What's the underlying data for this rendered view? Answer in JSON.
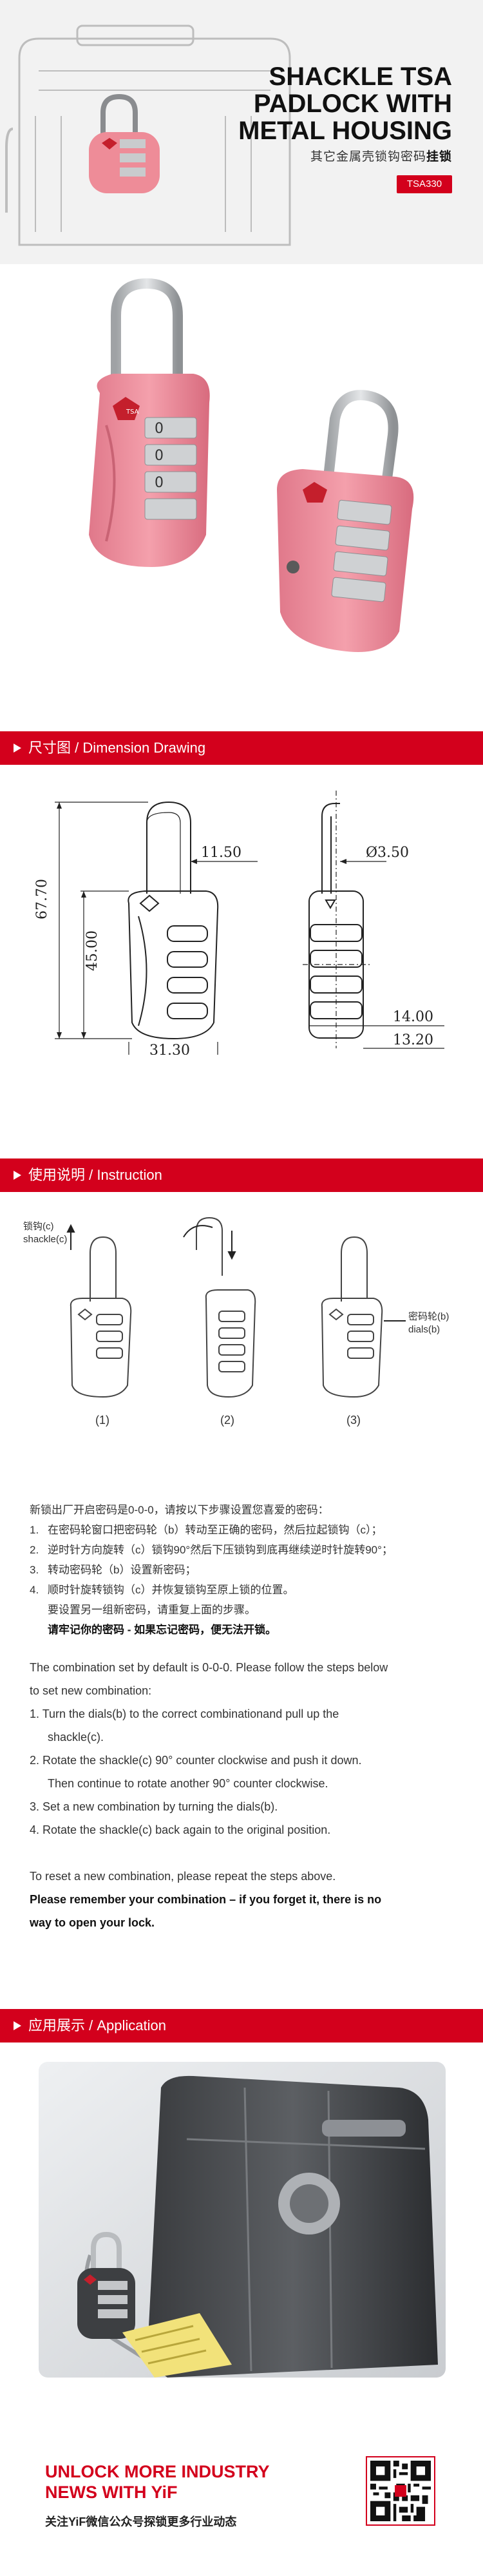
{
  "hero": {
    "title_lines": [
      "SHACKLE TSA",
      "PADLOCK WITH",
      "METAL HOUSING"
    ],
    "subtitle_prefix": "其它金属壳锁钩密码",
    "subtitle_bold": "挂锁",
    "model": "TSA330"
  },
  "colors": {
    "brand_red": "#d3001c",
    "lock_pink": "#ee8c98",
    "metal": "#c7c9cc"
  },
  "sections": {
    "dimension": "尺寸图 / Dimension Drawing",
    "instruction": "使用说明 / Instruction",
    "application": "应用展示 / Application"
  },
  "dimensions": {
    "shackle_diameter": "11.50",
    "total_height": "67.70",
    "body_height": "45.00",
    "width": "31.30",
    "shackle_wire": "Ø3.50",
    "depth_top": "14.00",
    "depth_bottom": "13.20"
  },
  "steps_figure": {
    "shackle_label_zh": "锁钩(c)",
    "shackle_label_en": "shackle(c)",
    "dials_label_zh": "密码轮(b)",
    "dials_label_en": "dials(b)",
    "step1": "(1)",
    "step2": "(2)",
    "step3": "(3)"
  },
  "instructions_zh": {
    "intro": "新锁出厂开启密码是0-0-0，请按以下步骤设置您喜爱的密码：",
    "items": [
      {
        "num": "1.",
        "text": "在密码轮窗口把密码轮（b）转动至正确的密码，然后拉起锁钩（c）；"
      },
      {
        "num": "2.",
        "text": "逆时针方向旋转（c）锁钩90°然后下压锁钩到底再继续逆时针旋转90°；"
      },
      {
        "num": "3.",
        "text": "转动密码轮（b）设置新密码；"
      },
      {
        "num": "4.",
        "text": "顺时针旋转锁钩（c）并恢复锁钩至原上锁的位置。"
      }
    ],
    "reset": "要设置另一组新密码，请重复上面的步骤。",
    "warning": "请牢记你的密码 - 如果忘记密码，便无法开锁。"
  },
  "instructions_en": {
    "intro_1": "The combination set by default is 0-0-0. Please follow the steps below",
    "intro_2": "to set new combination:",
    "step1_a": "1. Turn the dials(b) to the correct combinationand pull up the",
    "step1_b": "shackle(c).",
    "step2_a": "2. Rotate the shackle(c) 90° counter clockwise and push it down.",
    "step2_b": "Then continue to rotate another 90° counter clockwise.",
    "step3": "3. Set a new combination by turning the dials(b).",
    "step4": "4. Rotate the shackle(c) back again to the original position.",
    "reset": "To reset a new combination, please repeat the steps above.",
    "warning_1": "Please remember your combination – if you forget it, there is no",
    "warning_2": "way to open your lock."
  },
  "footer": {
    "title_1": "UNLOCK MORE INDUSTRY",
    "title_2": "NEWS WITH YiF",
    "subtitle": "关注YiF微信公众号探锁更多行业动态"
  }
}
